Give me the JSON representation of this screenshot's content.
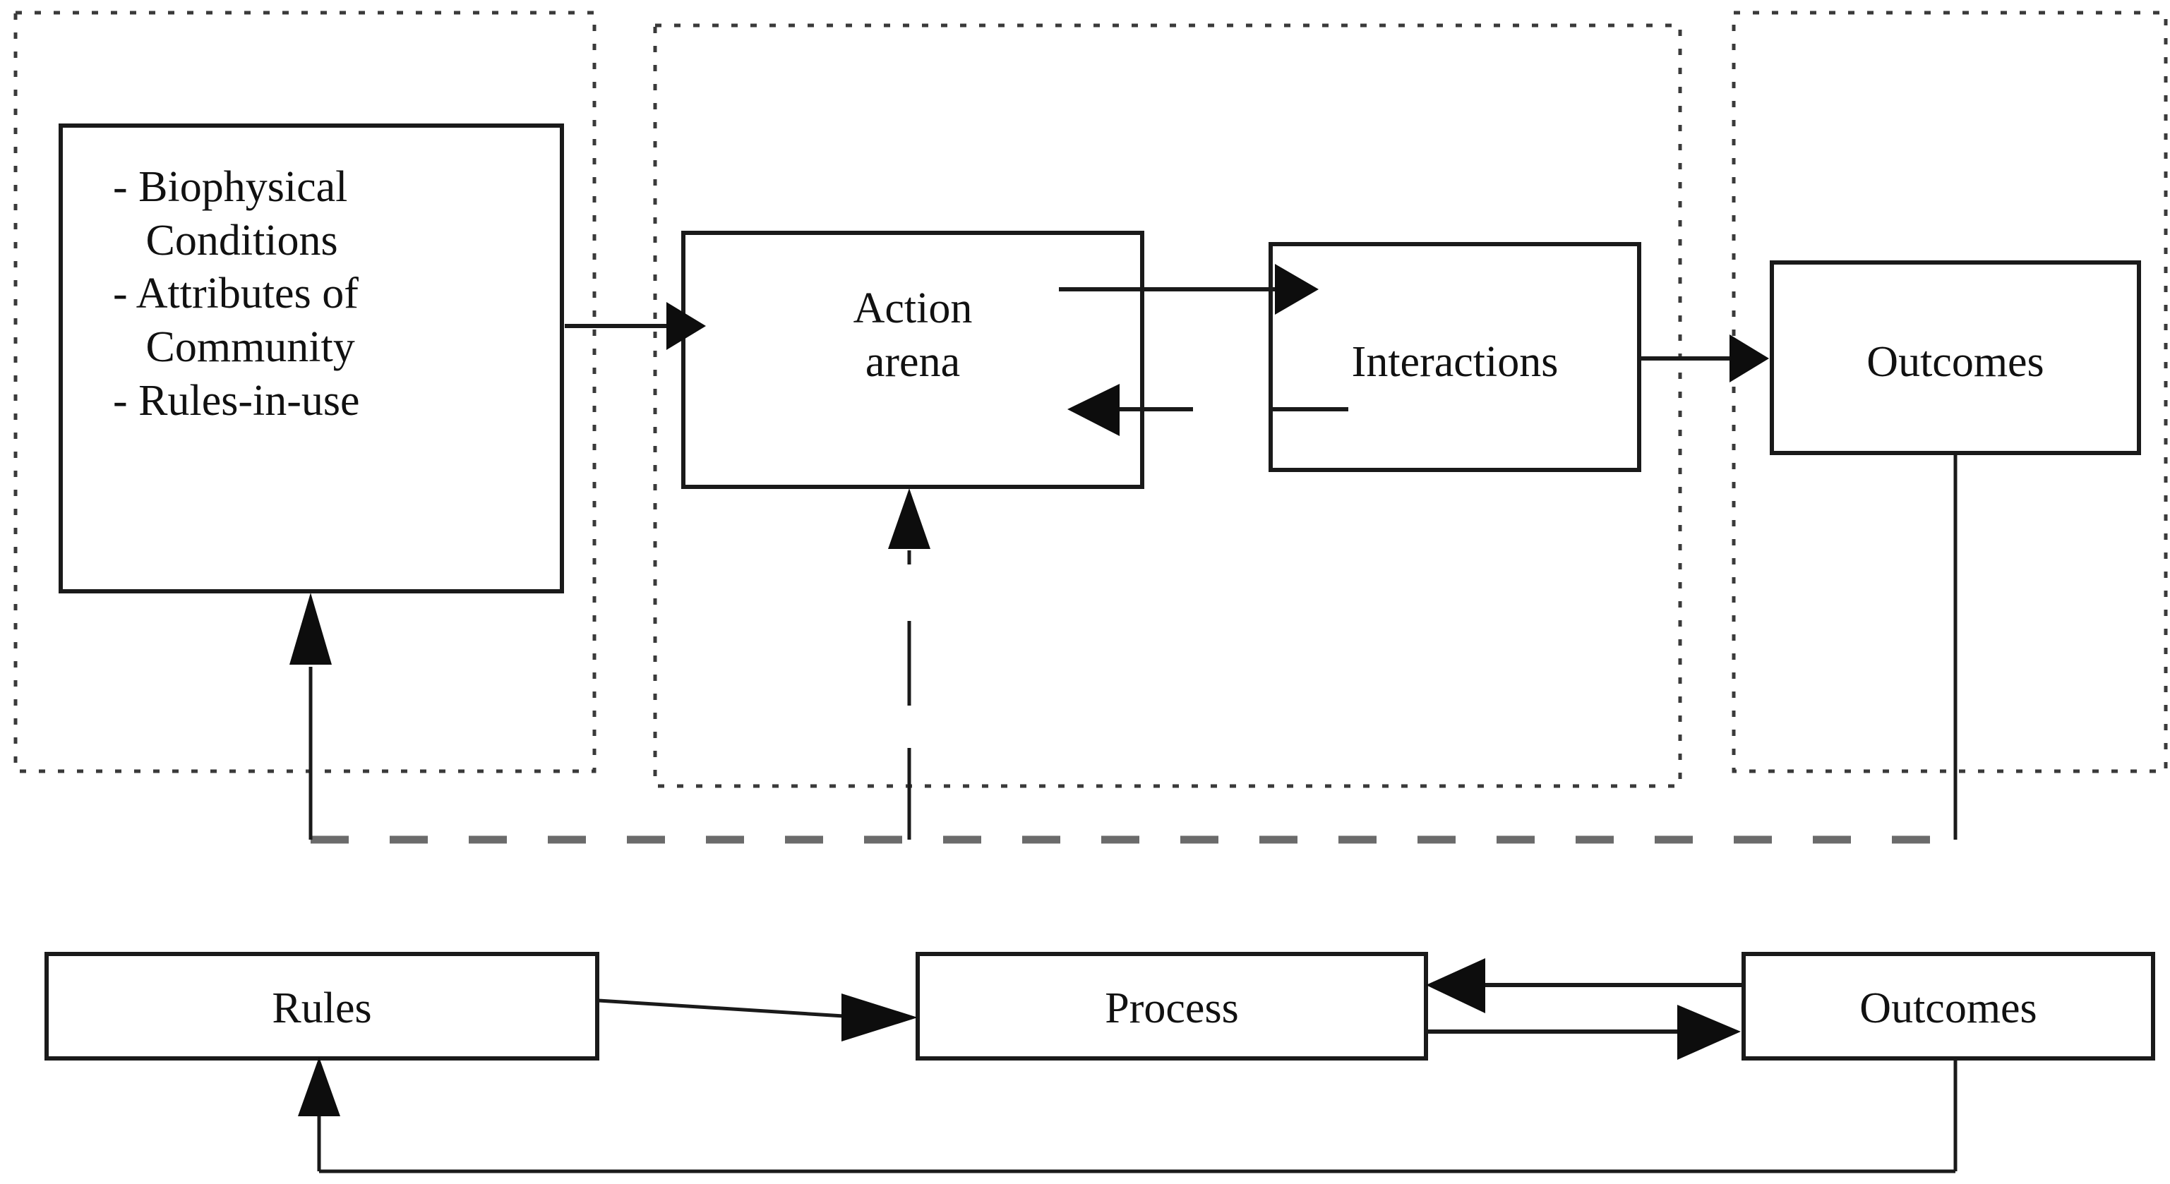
{
  "diagram": {
    "title": "IAD Framework diagram",
    "colors": {
      "stroke": "#1a1a1a",
      "dotted_boundary": "#3a3a3a",
      "dashed_link": "#6b6b6b",
      "background": "#ffffff",
      "text": "#111111"
    },
    "boundaries": [
      {
        "name": "exogenous-variables-boundary",
        "style": "dotted"
      },
      {
        "name": "action-situation-boundary",
        "style": "dotted"
      },
      {
        "name": "outcomes-boundary",
        "style": "dotted"
      }
    ],
    "top_row": {
      "exogenous_box": {
        "name": "exogenous-variables-box",
        "lines": [
          "- Biophysical",
          "   Conditions",
          "- Attributes of",
          "   Community",
          "- Rules-in-use"
        ],
        "text": "- Biophysical\n   Conditions\n- Attributes of\n   Community\n- Rules-in-use"
      },
      "action_arena_box": {
        "name": "action-arena-box",
        "label_line_1": "Action",
        "label_line_2": "arena",
        "text": "Action\narena"
      },
      "interactions_box": {
        "name": "interactions-box",
        "label": "Interactions"
      },
      "outcomes_box": {
        "name": "outcomes-box-top",
        "label": "Outcomes"
      }
    },
    "bottom_row": {
      "rules_box": {
        "name": "rules-box",
        "label": "Rules"
      },
      "process_box": {
        "name": "process-box",
        "label": "Process"
      },
      "outcomes_box": {
        "name": "outcomes-box-bottom",
        "label": "Outcomes"
      }
    },
    "edges": [
      {
        "name": "exogenous-to-action-arena",
        "from": "Exogenous variables",
        "to": "Action arena",
        "style": "solid",
        "arrow": "right"
      },
      {
        "name": "action-arena-to-interactions",
        "from": "Action arena",
        "to": "Interactions",
        "style": "solid",
        "arrow": "right"
      },
      {
        "name": "interactions-to-action-arena",
        "from": "Interactions",
        "to": "Action arena",
        "style": "solid",
        "arrow": "left"
      },
      {
        "name": "interactions-to-outcomes",
        "from": "Interactions",
        "to": "Outcomes",
        "style": "solid",
        "arrow": "right"
      },
      {
        "name": "outcomes-to-dashed-feedback",
        "from": "Outcomes",
        "to": "Evaluative feedback line",
        "style": "solid",
        "arrow": "none"
      },
      {
        "name": "feedback-to-exogenous",
        "from": "Evaluative feedback line",
        "to": "Exogenous variables",
        "style": "solid",
        "arrow": "up"
      },
      {
        "name": "feedback-to-action-arena",
        "from": "Evaluative feedback line",
        "to": "Action arena",
        "style": "dashed",
        "arrow": "up"
      },
      {
        "name": "horizontal-dashed-feedback-line",
        "from": "Outcomes",
        "to": "Exogenous variables / Action arena",
        "style": "dashed",
        "arrow": "none"
      },
      {
        "name": "rules-to-process",
        "from": "Rules",
        "to": "Process",
        "style": "solid",
        "arrow": "right"
      },
      {
        "name": "process-to-outcomes",
        "from": "Process",
        "to": "Outcomes",
        "style": "solid",
        "arrow": "right"
      },
      {
        "name": "outcomes-to-process",
        "from": "Outcomes",
        "to": "Process",
        "style": "solid",
        "arrow": "left"
      },
      {
        "name": "outcomes-to-rules-loop",
        "from": "Outcomes",
        "to": "Rules",
        "style": "solid",
        "arrow": "up"
      }
    ]
  }
}
